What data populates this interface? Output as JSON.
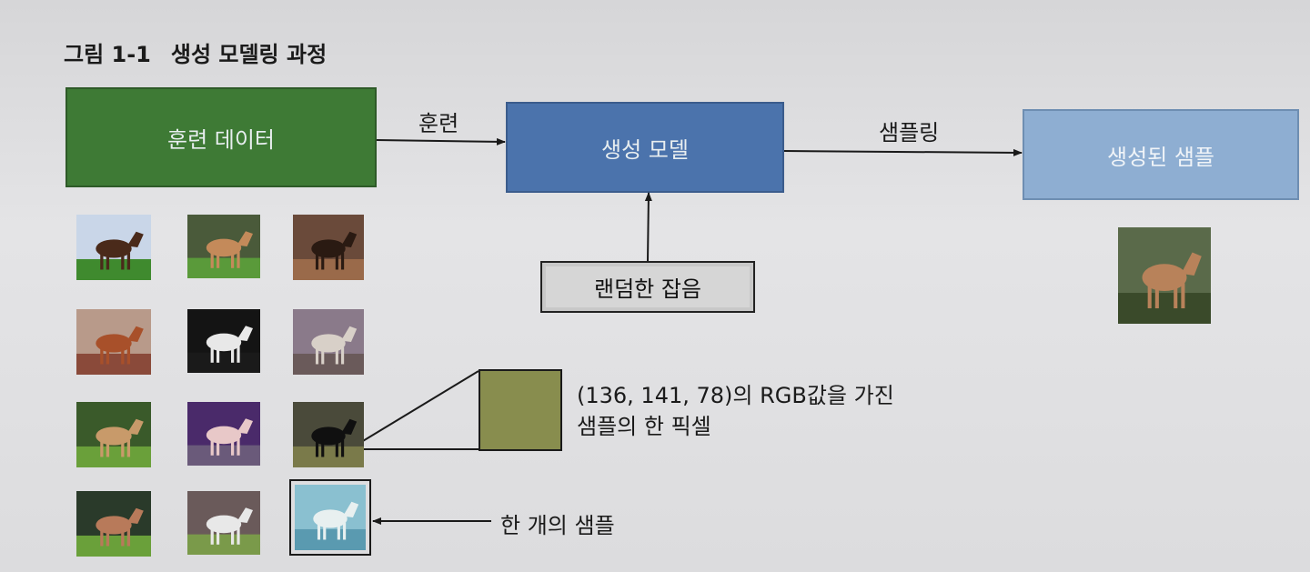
{
  "figure": {
    "number": "그림 1-1",
    "title": "생성 모델링 과정"
  },
  "boxes": {
    "training_data": "훈련 데이터",
    "generative_model": "생성 모델",
    "generated_sample": "생성된 샘플",
    "random_noise": "랜덤한 잡음"
  },
  "edges": {
    "training": "훈련",
    "sampling": "샘플링"
  },
  "annotations": {
    "pixel_line1": "(136, 141, 78)의 RGB값을 가진",
    "pixel_line2": "샘플의 한 픽셀",
    "one_sample": "한 개의 샘플"
  },
  "colors": {
    "training_box": "#3e7a35",
    "model_box": "#4b73ac",
    "generated_box": "#8eaed2",
    "pixel_swatch": "#888d4e"
  },
  "thumbnails": [
    {
      "id": "r1c1",
      "sky": "#c9d6e8",
      "ground": "#3f8a2e",
      "subject": "#4a2a1a"
    },
    {
      "id": "r1c2",
      "sky": "#4a5a3a",
      "ground": "#5a9a3a",
      "subject": "#c48a5a"
    },
    {
      "id": "r1c3",
      "sky": "#6a4a3a",
      "ground": "#9a6a4a",
      "subject": "#2a1a12"
    },
    {
      "id": "r2c1",
      "sky": "#b89a8a",
      "ground": "#8a4a3a",
      "subject": "#a8502a"
    },
    {
      "id": "r2c2",
      "sky": "#141414",
      "ground": "#1a1a1a",
      "subject": "#e8e8e8"
    },
    {
      "id": "r2c3",
      "sky": "#8a7a8a",
      "ground": "#6a5a5a",
      "subject": "#d8d0c8"
    },
    {
      "id": "r3c1",
      "sky": "#3a5a2a",
      "ground": "#6aa03a",
      "subject": "#c89a6a"
    },
    {
      "id": "r3c2",
      "sky": "#4a2a6a",
      "ground": "#6a5a7a",
      "subject": "#e8c8c8"
    },
    {
      "id": "r3c3",
      "sky": "#4a4a3a",
      "ground": "#7a7a4a",
      "subject": "#101010"
    },
    {
      "id": "r4c1",
      "sky": "#2a3a2a",
      "ground": "#6aa03a",
      "subject": "#b87a5a"
    },
    {
      "id": "r4c2",
      "sky": "#6a5a5a",
      "ground": "#7a9a4a",
      "subject": "#e8e8e8"
    },
    {
      "id": "r4c3",
      "sky": "#8ac0d0",
      "ground": "#5a9ab0",
      "subject": "#e8f0f0"
    }
  ],
  "generated_thumbnail": {
    "sky": "#5a6a4a",
    "ground": "#3a4a2a",
    "subject": "#b8825a"
  }
}
